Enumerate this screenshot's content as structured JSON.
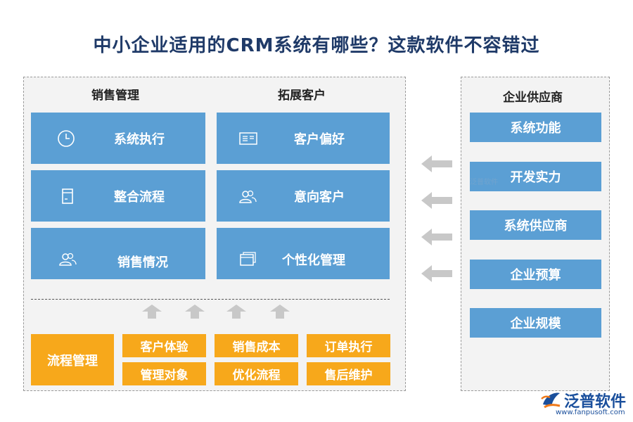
{
  "title": "中小企业适用的CRM系统有哪些？这款软件不容错过",
  "left": {
    "col1_head": "销售管理",
    "col2_head": "拓展客户",
    "col1": [
      {
        "label": "系统执行",
        "icon": "clock-icon"
      },
      {
        "label": "整合流程",
        "icon": "document-icon"
      },
      {
        "label": "销售情况",
        "icon": "users-icon"
      }
    ],
    "col2": [
      {
        "label": "客户偏好",
        "icon": "list-card-icon"
      },
      {
        "label": "意向客户",
        "icon": "users-icon"
      },
      {
        "label": "个性化管理",
        "icon": "windows-icon"
      }
    ],
    "bottom": {
      "main": "流程管理",
      "grid": [
        "客户体验",
        "销售成本",
        "订单执行",
        "管理对象",
        "优化流程",
        "售后维护"
      ]
    }
  },
  "right": {
    "head": "企业供应商",
    "items": [
      "系统功能",
      "开发实力",
      "系统供应商",
      "企业预算",
      "企业规模"
    ]
  },
  "watermark": "泛普软件",
  "logo": {
    "name": "泛普软件",
    "url": "www.fanpusoft.com"
  },
  "colors": {
    "title": "#1f3a68",
    "blue": "#5b9fd4",
    "orange": "#f7a81b",
    "arrow": "#c8c8c8"
  }
}
